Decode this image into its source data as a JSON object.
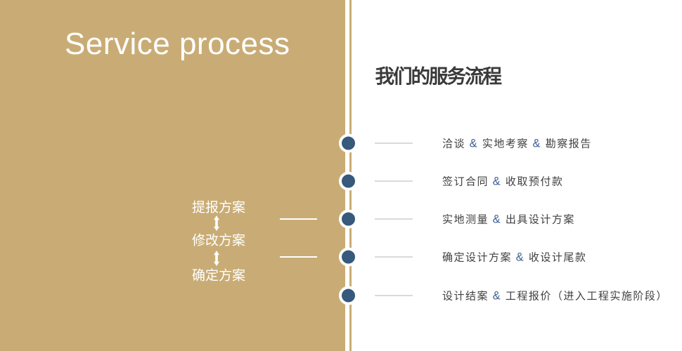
{
  "left_panel": {
    "title": "Service process",
    "plan_labels": [
      "提报方案",
      "修改方案",
      "确定方案"
    ],
    "arrow_icon": "up-down-arrow"
  },
  "main": {
    "title": "我们的服务流程",
    "steps": [
      "洽谈 & 实地考察 & 勘察报告",
      "签订合同 & 收取预付款",
      "实地测量 & 出具设计方案",
      "确定设计方案 & 收设计尾款",
      "设计结案 & 工程报价（进入工程实施阶段）"
    ]
  },
  "colors": {
    "panel_tan": "#c9ac75",
    "dot_blue": "#36597c",
    "amp_blue": "#3e6191",
    "title_dark": "#3a3a3a",
    "text_dark": "#404040",
    "line_gray": "#b4b4b4"
  }
}
